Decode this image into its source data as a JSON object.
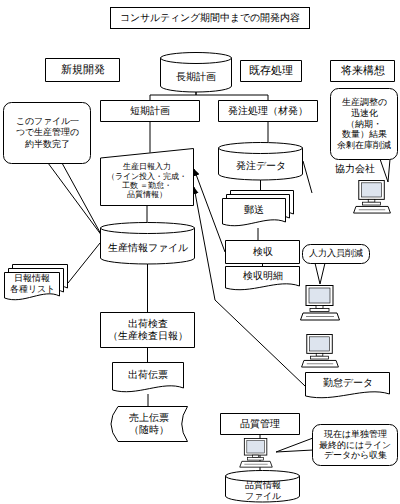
{
  "diagram": {
    "title": "コンサルティング期間中までの開発内容",
    "nodes": [
      {
        "text": [
          "新規開発"
        ]
      },
      {
        "text": [
          "長期計画"
        ]
      },
      {
        "text": [
          "既存処理"
        ]
      },
      {
        "text": [
          "将来構想"
        ]
      },
      {
        "text": [
          "短期計画"
        ]
      },
      {
        "text": [
          "発注処理（材発）"
        ]
      },
      {
        "text": [
          "このファイル一 つで生産管理の 約半数完了"
        ]
      },
      {
        "text": [
          "生産日報入力 （ライン投入・完成・工数 ＝勤怠・品質情報）"
        ]
      },
      {
        "text": [
          "生産調整の 迅速化（納期・ 数量）結果 余剰在庫削減"
        ]
      },
      {
        "text": [
          "発注データ"
        ]
      },
      {
        "text": [
          "協力会社"
        ]
      },
      {
        "text": [
          "郵送"
        ]
      },
      {
        "text": [
          "生産情報ファイル"
        ]
      },
      {
        "text": [
          "日報情報 各種リスト"
        ]
      },
      {
        "text": [
          "検収"
        ]
      },
      {
        "text": [
          "人力入員削減"
        ]
      },
      {
        "text": [
          "検収明細"
        ]
      },
      {
        "text": [
          "出荷検査 （生産検査日報）"
        ]
      },
      {
        "text": [
          "勤怠データ"
        ]
      },
      {
        "text": [
          "出荷伝票"
        ]
      },
      {
        "text": [
          "売上伝票 （随時）"
        ]
      },
      {
        "text": [
          "品質管理"
        ]
      },
      {
        "text": [
          "現在は単独管理 最終的にはライン データから収集"
        ]
      },
      {
        "text": [
          "品質情報 ファイル"
        ]
      }
    ],
    "edges": [
      {
        "from": 1,
        "to": 4,
        "arrow": "none"
      },
      {
        "from": 1,
        "to": 5,
        "arrow": "none"
      },
      {
        "from": 4,
        "to": 7,
        "arrow": "none"
      },
      {
        "from": 7,
        "to": 12,
        "arrow": "none"
      },
      {
        "from": 12,
        "to": 13,
        "arrow": "none"
      },
      {
        "from": 12,
        "to": 17,
        "arrow": "none"
      },
      {
        "from": 17,
        "to": 19,
        "arrow": "none"
      },
      {
        "from": 19,
        "to": 20,
        "arrow": "none"
      },
      {
        "from": 5,
        "to": 9,
        "arrow": "none"
      },
      {
        "from": 9,
        "to": 11,
        "arrow": "none"
      },
      {
        "from": 11,
        "to": 14,
        "arrow": "none"
      },
      {
        "from": 14,
        "to": 16,
        "arrow": "none"
      },
      {
        "from": 14,
        "to": 7,
        "arrow": "to"
      },
      {
        "from": 18,
        "to": 7,
        "arrow": "to"
      },
      {
        "from": 9,
        "to": 10,
        "arrow": "none"
      },
      {
        "from": 21,
        "to": 23,
        "arrow": "none"
      }
    ]
  }
}
